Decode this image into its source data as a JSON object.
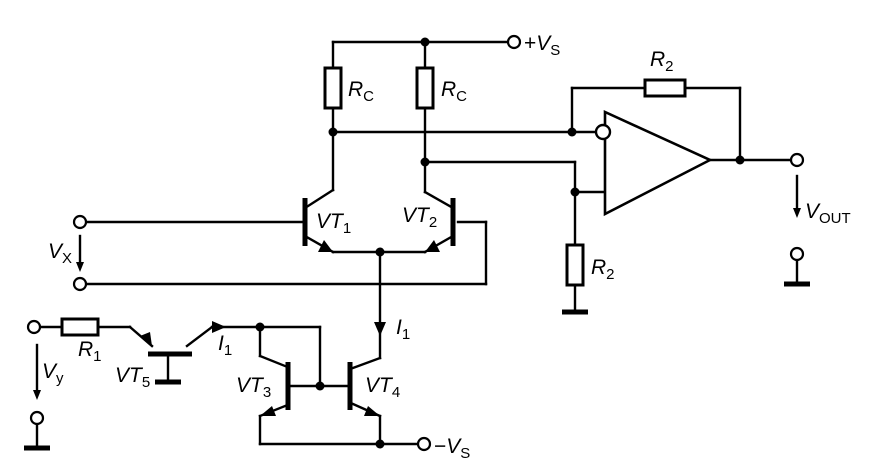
{
  "supply": {
    "positive": {
      "prefix": "+",
      "symbol": "V",
      "sub": "S"
    },
    "negative": {
      "prefix": "−",
      "symbol": "V",
      "sub": "S"
    }
  },
  "resistors": {
    "rc_left": {
      "symbol": "R",
      "sub": "C"
    },
    "rc_right": {
      "symbol": "R",
      "sub": "C"
    },
    "r2_feedback": {
      "symbol": "R",
      "sub": "2"
    },
    "r2_ground": {
      "symbol": "R",
      "sub": "2"
    },
    "r1": {
      "symbol": "R",
      "sub": "1"
    }
  },
  "transistors": {
    "vt1": {
      "symbol": "VT",
      "sub": "1"
    },
    "vt2": {
      "symbol": "VT",
      "sub": "2"
    },
    "vt3": {
      "symbol": "VT",
      "sub": "3"
    },
    "vt4": {
      "symbol": "VT",
      "sub": "4"
    },
    "vt5": {
      "symbol": "VT",
      "sub": "5"
    }
  },
  "currents": {
    "i1_tail": {
      "symbol": "I",
      "sub": "1"
    },
    "i1_input": {
      "symbol": "I",
      "sub": "1"
    }
  },
  "voltages": {
    "vx": {
      "symbol": "V",
      "sub": "X"
    },
    "vy": {
      "symbol": "V",
      "sub": "y"
    },
    "vout": {
      "symbol": "V",
      "sub": "OUT"
    }
  }
}
